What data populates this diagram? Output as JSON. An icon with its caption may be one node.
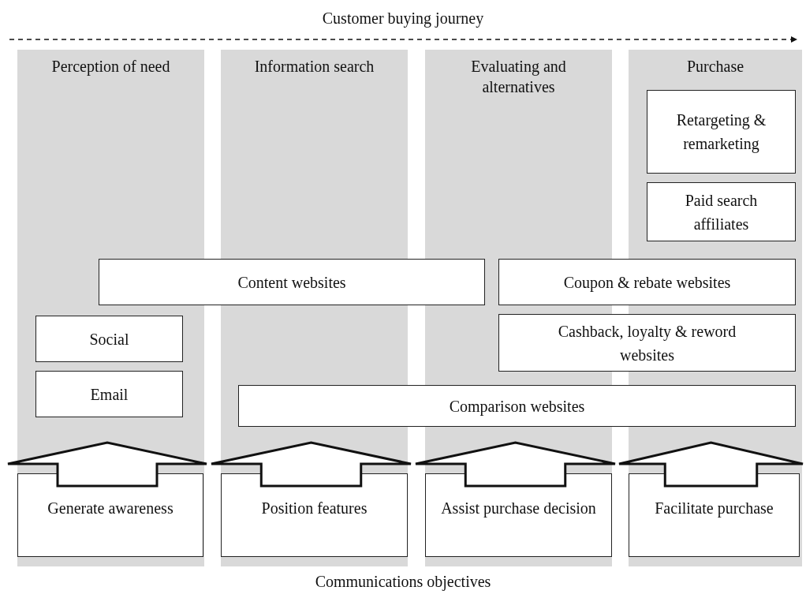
{
  "diagram": {
    "nodes": [
      {
        "text": [
          "Perception of need"
        ]
      },
      {
        "text": [
          "Information search"
        ]
      },
      {
        "text": [
          "Evaluating and alternatives"
        ]
      },
      {
        "text": [
          "Purchase"
        ]
      },
      {
        "text": [
          "Retargeting & remarketing"
        ],
        "in": 3
      },
      {
        "text": [
          "Paid search affiliates"
        ],
        "in": 3
      },
      {
        "text": [
          "Content websites"
        ]
      },
      {
        "text": [
          "Coupon & rebate websites"
        ]
      },
      {
        "text": [
          "Social"
        ],
        "in": 0
      },
      {
        "text": [
          "Email"
        ],
        "in": 0
      },
      {
        "text": [
          "Cashback, loyalty & reword websites"
        ]
      },
      {
        "text": [
          "Comparison websites"
        ]
      },
      {
        "text": [
          "Generate awareness"
        ],
        "in": 0
      },
      {
        "text": [
          "Position features"
        ],
        "in": 1
      },
      {
        "text": [
          "Assist purchase decision"
        ],
        "in": 2
      },
      {
        "text": [
          "Facilitate purchase"
        ],
        "in": 3
      }
    ],
    "edges": [
      {
        "from": 12,
        "to": null,
        "arrow": "to"
      },
      {
        "from": 13,
        "to": null,
        "arrow": "to"
      },
      {
        "from": 14,
        "to": null,
        "arrow": "to"
      },
      {
        "from": 15,
        "to": null,
        "arrow": "to"
      }
    ],
    "labels": [
      "Customer buying journey",
      "Communications objectives"
    ]
  }
}
